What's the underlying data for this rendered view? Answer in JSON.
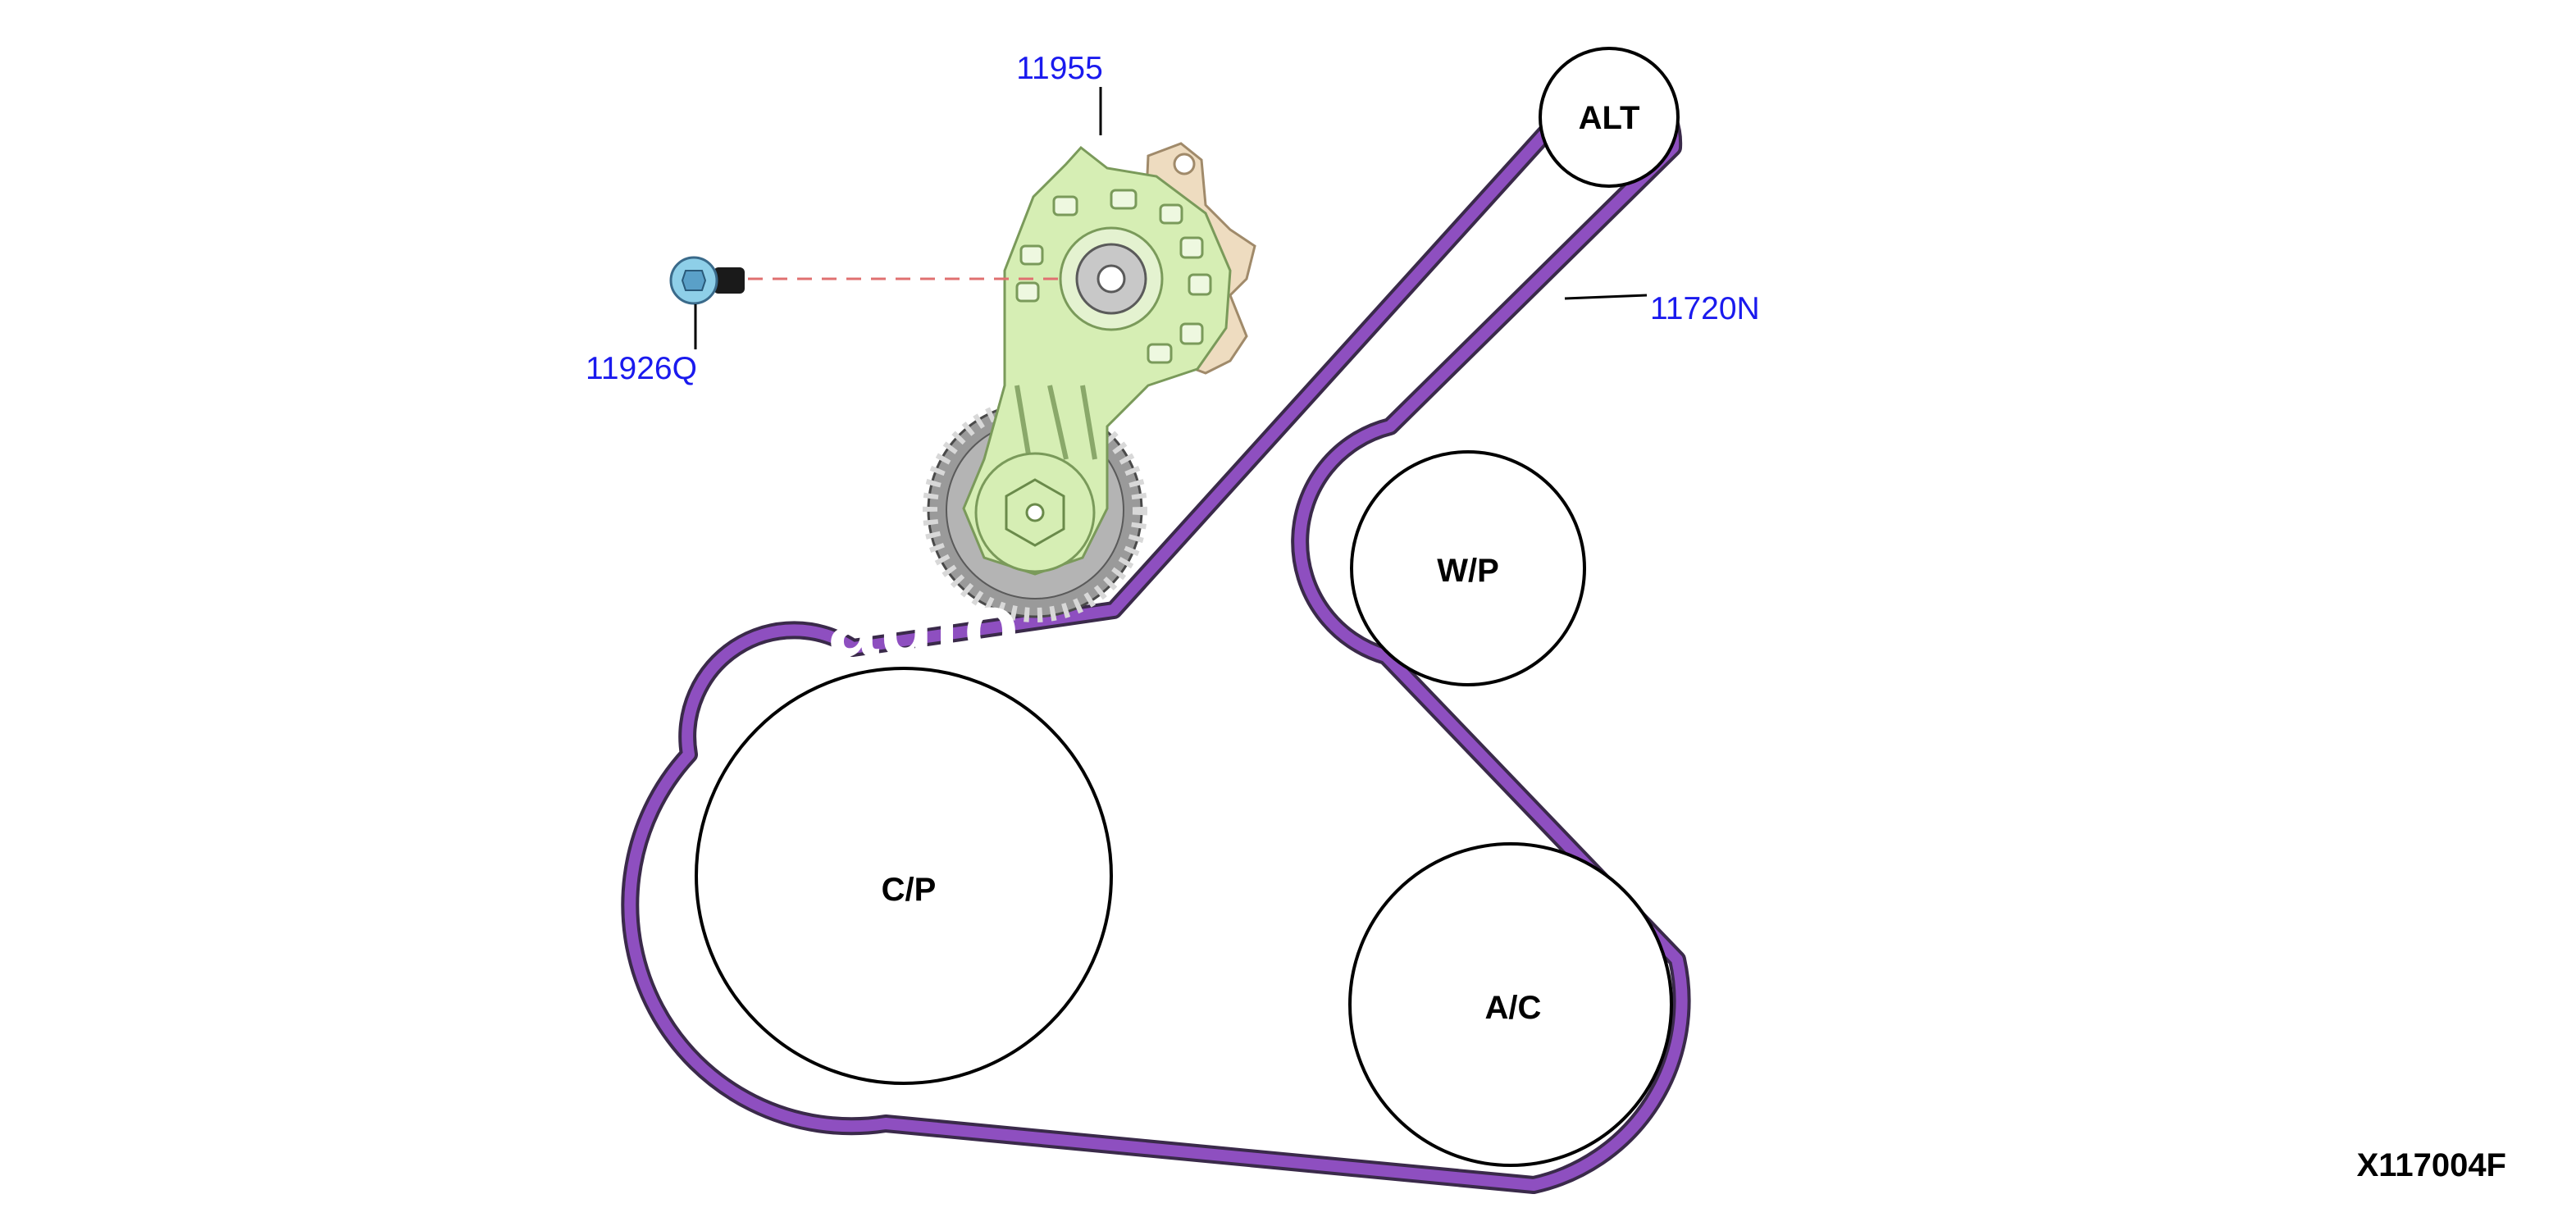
{
  "colors": {
    "belt": "#8e4fc0",
    "belt_edge": "#3a2a4a",
    "callout_text": "#1a1aee",
    "tensioner_body": "#d6eeb4",
    "tensioner_stroke": "#7a9a5a",
    "bracket": "#eedcc0",
    "idler_teeth": "#8a8a8a",
    "bolt_head": "#8ecfe8",
    "leader_dash": "#e07070"
  },
  "pulleys": {
    "alt": "ALT",
    "wp": "W/P",
    "cp": "C/P",
    "ac": "A/C"
  },
  "callouts": {
    "tensioner": "11955",
    "belt": "11720N",
    "bolt": "11926Q"
  },
  "figure_id": "X117004F",
  "icons": {
    "bolt": "bolt-icon",
    "tensioner": "belt-tensioner-icon"
  }
}
